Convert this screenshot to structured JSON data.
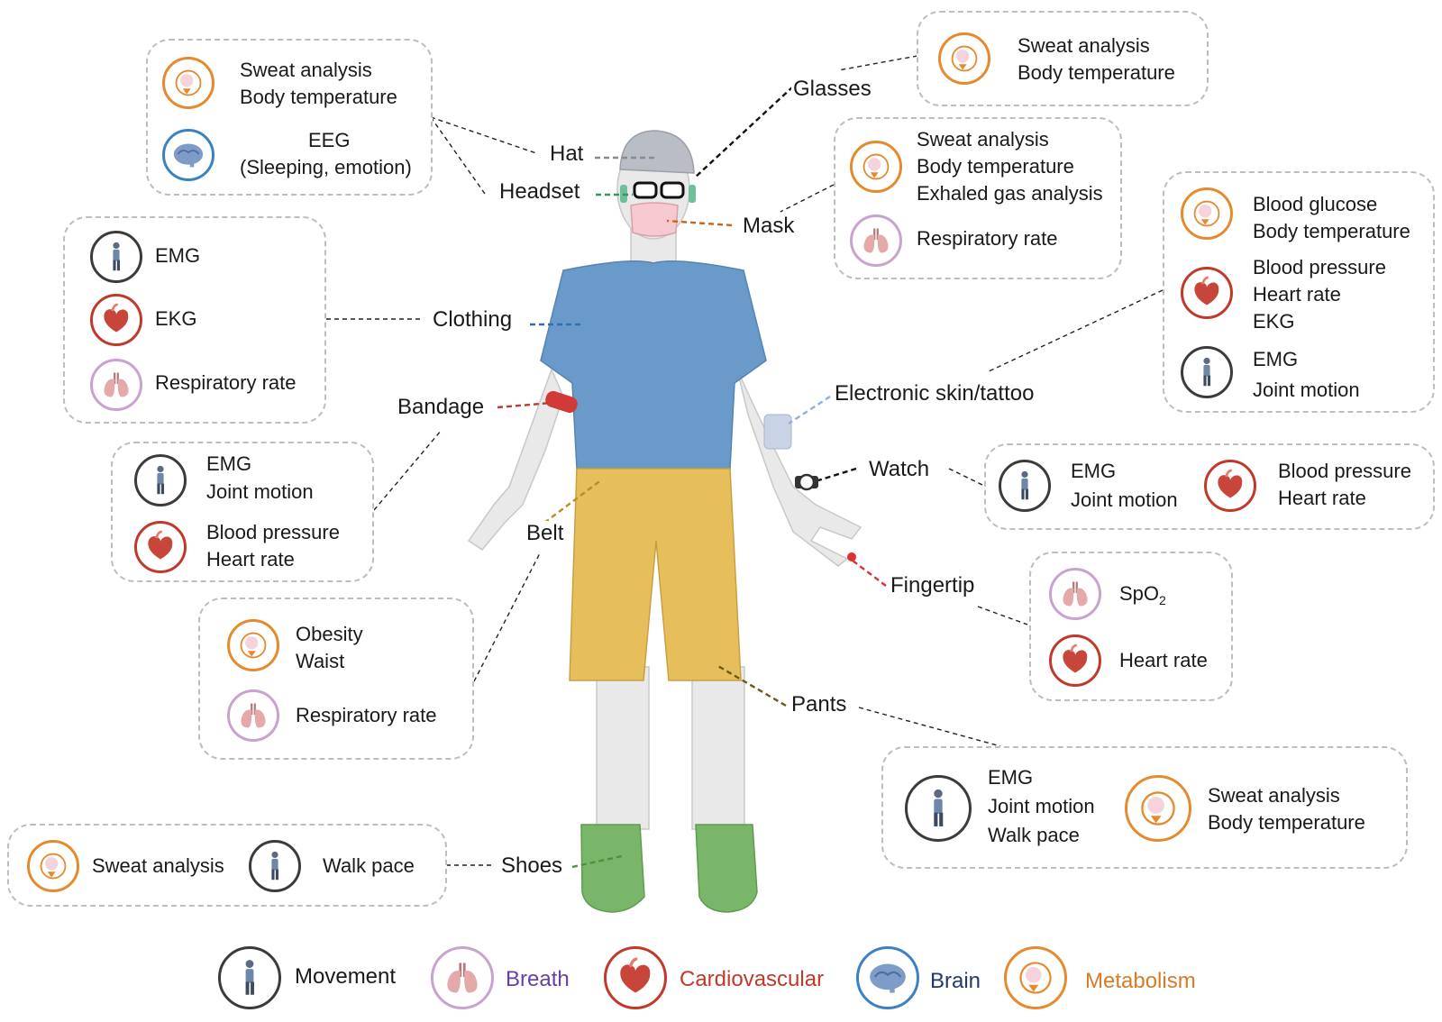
{
  "colors": {
    "movement": "#3b3b3b",
    "breath": "#c9a3cf",
    "cardiovascular": "#c0392b",
    "brain": "#3b82c4",
    "metabolism": "#e58a2e",
    "breath_text": "#6b3fa0",
    "cardiovascular_text": "#c0392b",
    "brain_text": "#1f3a73",
    "metabolism_text": "#d97a28"
  },
  "locations": {
    "hat": "Hat",
    "headset": "Headset",
    "glasses": "Glasses",
    "mask": "Mask",
    "clothing": "Clothing",
    "bandage": "Bandage",
    "belt": "Belt",
    "electronic_skin": "Electronic skin/tattoo",
    "watch": "Watch",
    "fingertip": "Fingertip",
    "pants": "Pants",
    "shoes": "Shoes"
  },
  "boxes": {
    "hat_headset": {
      "metabolism_lines": [
        "Sweat analysis",
        "Body temperature"
      ],
      "brain_lines": [
        "EEG",
        "(Sleeping, emotion)"
      ]
    },
    "glasses": {
      "metabolism_lines": [
        "Sweat analysis",
        "Body temperature"
      ]
    },
    "mask": {
      "metabolism_lines": [
        "Sweat analysis",
        "Body temperature",
        "Exhaled gas analysis"
      ],
      "breath_lines": [
        "Respiratory rate"
      ]
    },
    "clothing": {
      "movement": "EMG",
      "cardio": "EKG",
      "breath": "Respiratory rate"
    },
    "electronic_skin": {
      "metabolism_lines": [
        "Blood glucose",
        "Body temperature"
      ],
      "cardio_lines": [
        "Blood pressure",
        "Heart rate",
        "EKG"
      ],
      "movement_lines": [
        "EMG",
        "Joint motion"
      ]
    },
    "bandage": {
      "movement_lines": [
        "EMG",
        "Joint motion"
      ],
      "cardio_lines": [
        "Blood pressure",
        "Heart rate"
      ]
    },
    "watch": {
      "movement_lines": [
        "EMG",
        "Joint motion"
      ],
      "cardio_lines": [
        "Blood pressure",
        "Heart rate"
      ]
    },
    "belt": {
      "metabolism_lines": [
        "Obesity",
        "Waist"
      ],
      "breath_lines": [
        "Respiratory rate"
      ]
    },
    "fingertip": {
      "breath_main": "SpO",
      "breath_sub": "2",
      "cardio": "Heart rate"
    },
    "pants": {
      "movement_lines": [
        "EMG",
        "Joint motion",
        "Walk pace"
      ],
      "metabolism_lines": [
        "Sweat analysis",
        "Body temperature"
      ]
    },
    "shoes": {
      "metabolism": "Sweat analysis",
      "movement": "Walk pace"
    }
  },
  "legend": {
    "movement": "Movement",
    "breath": "Breath",
    "cardiovascular": "Cardiovascular",
    "brain": "Brain",
    "metabolism": "Metabolism"
  },
  "icons": {
    "movement": "walking-person-icon",
    "breath": "lungs-icon",
    "cardiovascular": "heart-icon",
    "brain": "brain-icon",
    "metabolism": "metabolism-cycle-icon"
  }
}
